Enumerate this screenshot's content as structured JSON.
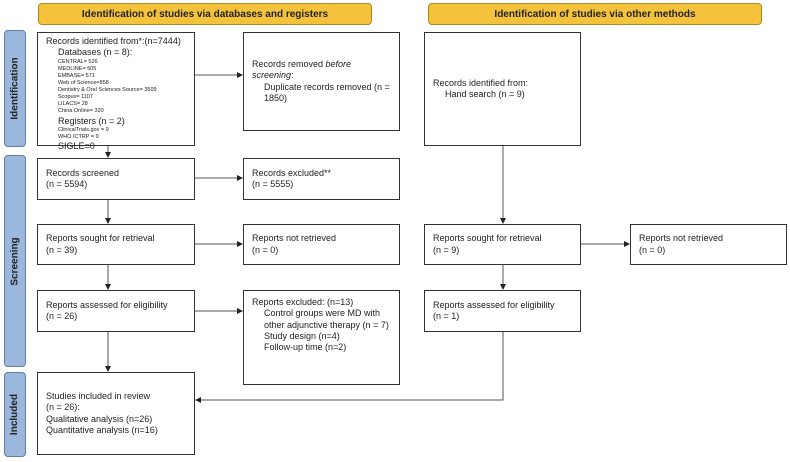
{
  "headers": {
    "left": "Identification of studies via databases and registers",
    "right": "Identification of studies via other methods"
  },
  "stages": {
    "identification": "Identification",
    "screening": "Screening",
    "included": "Included"
  },
  "identified": {
    "title": "Records identified from*:(n=7444)",
    "databases": "Databases (n = 8):",
    "db_items": [
      "CENTRAL= 526",
      "MEDLINE= 505",
      "EMBASE= 571",
      "Web of Science=858",
      "Dentistry & Oral Sciences Source= 3509",
      "Scopus= 1107",
      "LILACS= 28",
      "China Online= 320"
    ],
    "registers": "Registers (n = 2)",
    "reg_items": [
      "ClinicalTrials.gov = 9",
      "WHO ICTRP = 9"
    ],
    "sigle": "SIGLE=0"
  },
  "removed": {
    "title": "Records removed ",
    "title_em": "before screening",
    "colon": ":",
    "dup": "Duplicate records removed (n = 1850)"
  },
  "other_identified": {
    "title": "Records identified from:",
    "hand": "Hand search (n = 9)"
  },
  "screened": {
    "title": "Records screened",
    "n": "(n = 5594)"
  },
  "excluded": {
    "title": "Records excluded**",
    "n": "(n = 5555)"
  },
  "sought": {
    "title": "Reports sought for retrieval",
    "n": "(n = 39)"
  },
  "not_retrieved": {
    "title": "Reports not retrieved",
    "n": "(n = 0)"
  },
  "other_sought": {
    "title": "Reports sought for retrieval",
    "n": "(n = 9)"
  },
  "other_not_retrieved": {
    "title": "Reports not retrieved",
    "n": "(n = 0)"
  },
  "assessed": {
    "title": "Reports assessed for eligibility",
    "n": "(n = 26)"
  },
  "reports_excluded": {
    "title": "Reports excluded: (n=13)",
    "reasons": [
      "Control groups were MD with other adjunctive therapy (n = 7)",
      "Study design (n=4)",
      "Follow-up time (n=2)"
    ]
  },
  "other_assessed": {
    "title": "Reports assessed for eligibility",
    "n": "(n = 1)"
  },
  "included": {
    "title": "Studies included in review",
    "n": "(n = 26):",
    "qual": "Qualitative analysis (n=26)",
    "quant": "Quantitative analysis (n=16)"
  },
  "colors": {
    "header": "#f5c33b",
    "stage": "#9bb8dc"
  }
}
